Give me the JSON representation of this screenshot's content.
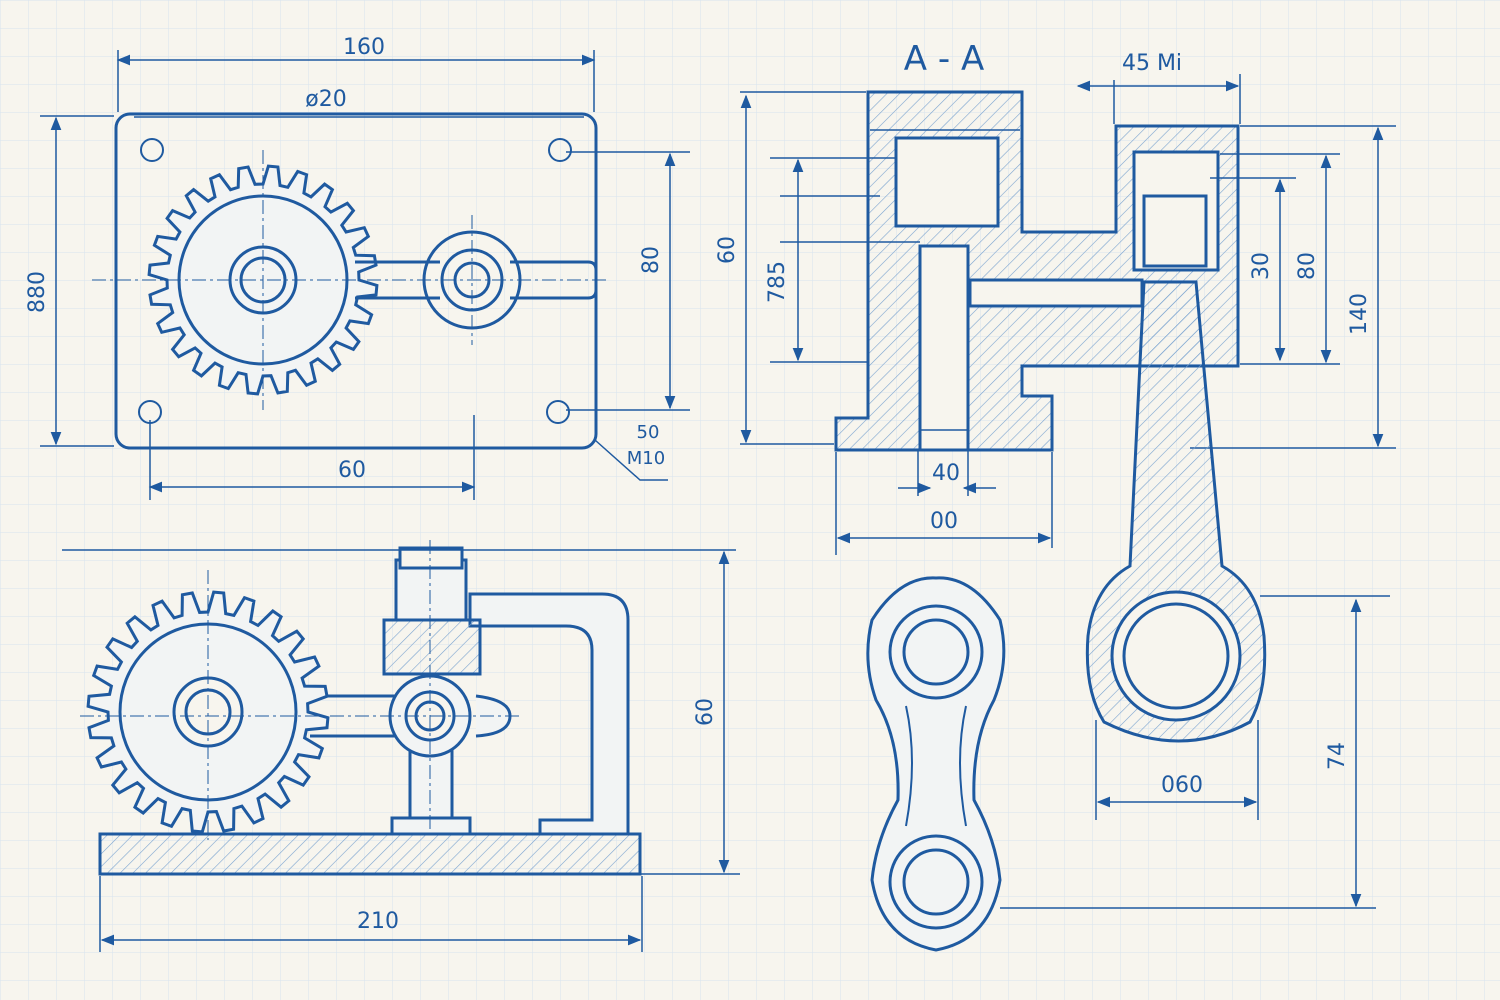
{
  "colors": {
    "ink": "#1f5aa0",
    "grid": "#d7e3ef",
    "paper": "#f7f5ee",
    "hatch": "#7aa3cf"
  },
  "section_title": "A - A",
  "dims": {
    "top_width": "160",
    "top_dia": "ø20",
    "left_height": "880",
    "right_height": "80",
    "bottom_width": "60",
    "note_line1": "50",
    "note_line2": "M10",
    "sec_total_height": "60",
    "sec_inner_height": "785",
    "sec_bore": "40",
    "sec_base_width": "00",
    "sec_top_right": "45 Mi",
    "sec_h1": "30",
    "sec_h2": "80",
    "sec_h3": "140",
    "front_height": "60",
    "front_width": "210",
    "rod_big_end": "060",
    "rod_length": "74"
  }
}
